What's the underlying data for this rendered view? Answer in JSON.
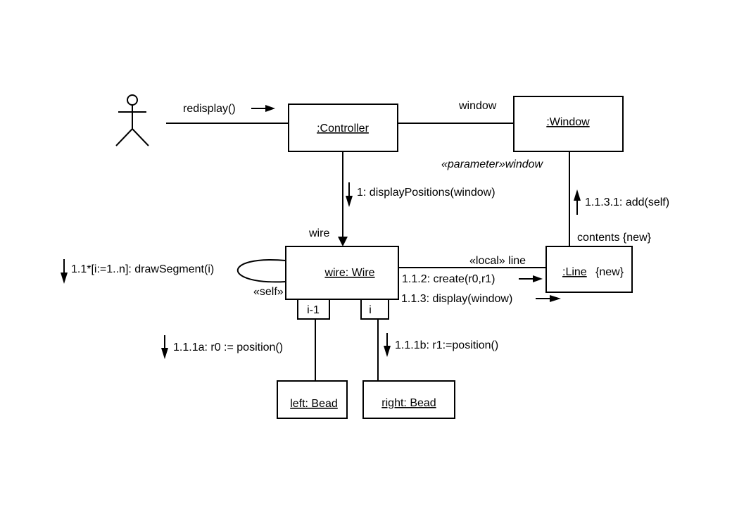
{
  "objects": {
    "controller": ":Controller",
    "window": ":Window",
    "wire": "wire: Wire",
    "line": ":Line",
    "line_constraint": "{new}",
    "left_bead": "left: Bead",
    "right_bead": "right: Bead"
  },
  "qualifiers": {
    "prev": "i-1",
    "cur": "i"
  },
  "roles": {
    "window_end": "window",
    "window_param": "«parameter»window",
    "wire_end": "wire",
    "local_line": "«local» line",
    "contents": "contents {new}",
    "self": "«self»"
  },
  "messages": {
    "redisplay": "redisplay()",
    "display_positions": "1: displayPositions(window)",
    "draw_segment": "1.1*[i:=1..n]: drawSegment(i)",
    "position_left": "1.1.1a: r0 := position()",
    "position_right": "1.1.1b: r1:=position()",
    "create": "1.1.2: create(r0,r1)",
    "display": "1.1.3: display(window)",
    "add": "1.1.3.1: add(self)"
  }
}
